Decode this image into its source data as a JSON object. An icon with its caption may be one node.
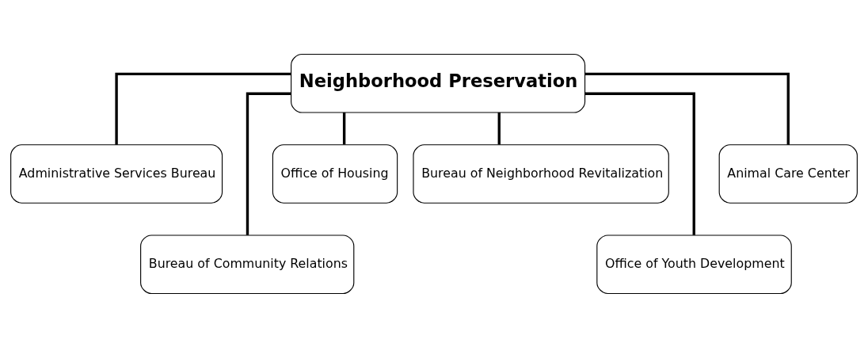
{
  "diagram": {
    "nodes": [
      {
        "text": [
          "Neighborhood Preservation"
        ]
      },
      {
        "text": [
          "Administrative Services Bureau"
        ]
      },
      {
        "text": [
          "Office of Housing"
        ]
      },
      {
        "text": [
          "Bureau of Neighborhood Revitalization"
        ]
      },
      {
        "text": [
          "Animal Care Center"
        ]
      },
      {
        "text": [
          "Bureau of Community Relations"
        ]
      },
      {
        "text": [
          "Office of Youth Development"
        ]
      }
    ],
    "edges": [
      {
        "from": 0,
        "to": 1,
        "arrow": "none"
      },
      {
        "from": 0,
        "to": 5,
        "arrow": "none"
      },
      {
        "from": 0,
        "to": 2,
        "arrow": "none"
      },
      {
        "from": 0,
        "to": 3,
        "arrow": "none"
      },
      {
        "from": 0,
        "to": 6,
        "arrow": "none"
      },
      {
        "from": 0,
        "to": 4,
        "arrow": "none"
      }
    ]
  }
}
